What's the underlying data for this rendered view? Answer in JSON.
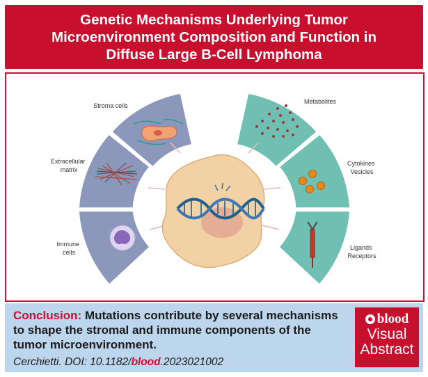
{
  "header": {
    "title": "Genetic Mechanisms Underlying Tumor Microenvironment Composition and Function in Diffuse Large B-Cell Lymphoma"
  },
  "diagram": {
    "left_segments": [
      {
        "label_lines": [
          "Stroma cells"
        ],
        "icon": "stroma-cell-icon"
      },
      {
        "label_lines": [
          "Extracellular",
          "matrix"
        ],
        "icon": "extracellular-matrix-icon"
      },
      {
        "label_lines": [
          "Immune",
          "cells"
        ],
        "icon": "immune-cell-icon"
      }
    ],
    "right_segments": [
      {
        "label_lines": [
          "Metabolites"
        ],
        "icon": "metabolites-icon"
      },
      {
        "label_lines": [
          "Cytokines",
          "Vesicles"
        ],
        "icon": "cytokine-vesicle-icon"
      },
      {
        "label_lines": [
          "Ligands",
          "Receptors"
        ],
        "icon": "ligand-receptor-icon"
      }
    ],
    "center_icon": "tumor-cell-dna-icon"
  },
  "conclusion": {
    "label": "Conclusion:",
    "text": " Mutations contribute by several mechanisms to shape the stromal and immune components of the tumor microenvironment.",
    "citation_prefix": "Cerchietti. DOI: 10.1182/",
    "citation_journal": "blood",
    "citation_suffix": ".2023021002"
  },
  "badge": {
    "logo_word": "blood",
    "line1": "Visual",
    "line2": "Abstract"
  },
  "colors": {
    "brand_red": "#c8102e",
    "left_panel": "#8b97bb",
    "right_panel": "#6fbfb3",
    "cell": "#f2d1a4",
    "conclusion_bg": "#bcd6ee"
  }
}
